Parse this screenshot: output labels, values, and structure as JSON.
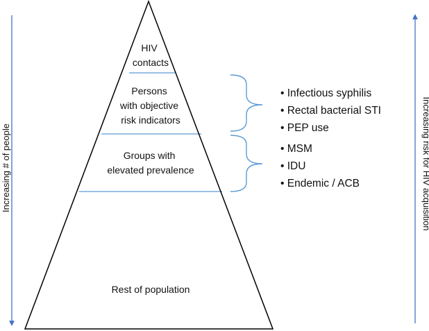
{
  "pyramid": {
    "tiers": [
      {
        "lines": [
          "HIV",
          "contacts"
        ]
      },
      {
        "lines": [
          "Persons",
          "with objective",
          "risk indicators"
        ]
      },
      {
        "lines": [
          "Groups with",
          "elevated prevalence"
        ]
      },
      {
        "lines": [
          "Rest of population"
        ]
      }
    ]
  },
  "indicator_groups": [
    {
      "items": [
        "Infectious syphilis",
        "Rectal bacterial STI",
        "PEP use"
      ]
    },
    {
      "items": [
        "MSM",
        "IDU",
        "Endemic / ACB"
      ]
    }
  ],
  "axes": {
    "left_label": "Increasing # of people",
    "right_label": "Increasing risk for HIV acquisition"
  },
  "colors": {
    "outline": "#000000",
    "divider": "#5b9bd5",
    "arrow": "#4472c4",
    "bracket": "#5b9bd5",
    "text": "#111111"
  }
}
